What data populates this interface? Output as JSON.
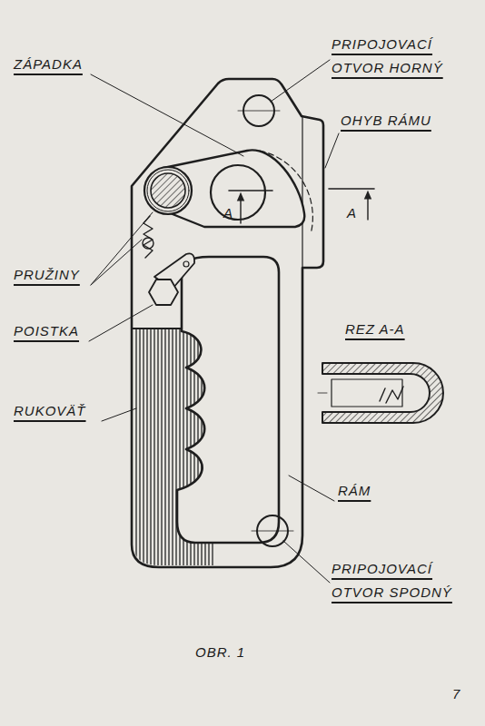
{
  "diagram": {
    "caption": "OBR. 1",
    "labels": [
      "ZÁPADKA",
      "PRIPOJOVACÍ OTVOR HORNÝ",
      "OHYB RÁMU",
      "A",
      "A",
      "PRUŽINY",
      "POISTKA",
      "REZ A-A",
      "RUKOVÄŤ",
      "RÁM",
      "PRIPOJOVACÍ OTVOR SPODNÝ",
      "7"
    ]
  }
}
